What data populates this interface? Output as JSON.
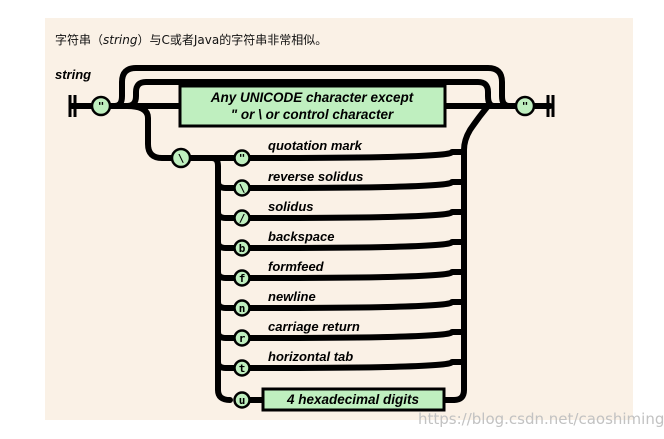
{
  "intro": {
    "prefix": "字符串（",
    "term": "string",
    "suffix": "）与C或者Java的字符串非常相似。"
  },
  "diagram": {
    "title": "string",
    "quote_node": "\"",
    "box_line1": "Any UNICODE character except",
    "box_line2": "\"  or  \\  or control character",
    "escape_node": "\\",
    "escapes": [
      {
        "symbol": "\"",
        "label": "quotation mark"
      },
      {
        "symbol": "\\",
        "label": "reverse solidus"
      },
      {
        "symbol": "/",
        "label": "solidus"
      },
      {
        "symbol": "b",
        "label": "backspace"
      },
      {
        "symbol": "f",
        "label": "formfeed"
      },
      {
        "symbol": "n",
        "label": "newline"
      },
      {
        "symbol": "r",
        "label": "carriage return"
      },
      {
        "symbol": "t",
        "label": "horizontal tab"
      },
      {
        "symbol": "u",
        "label": ""
      }
    ],
    "hex_box": "4 hexadecimal digits"
  },
  "watermark": "https://blog.csdn.net/caoshimingYQS",
  "colors": {
    "panel": "#faf1e6",
    "node_fill": "#bfefbf",
    "rail": "#000000"
  }
}
